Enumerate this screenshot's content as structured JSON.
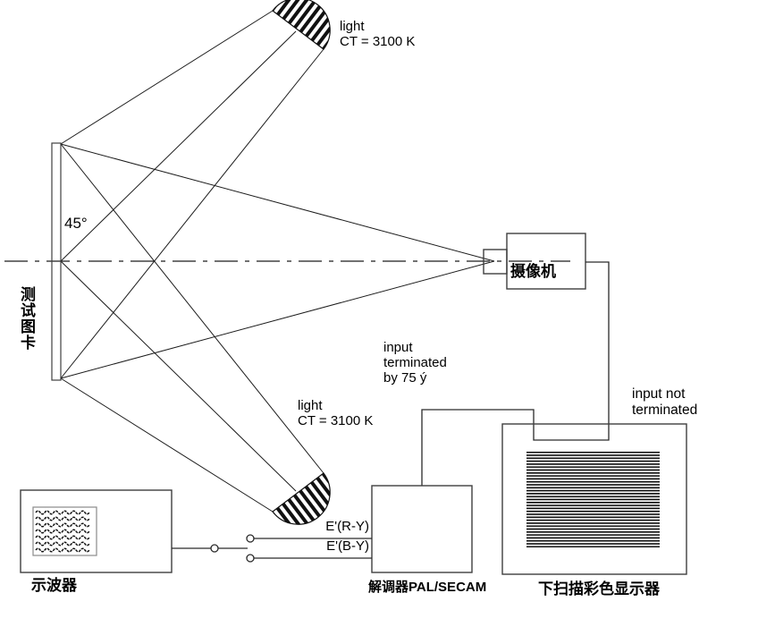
{
  "diagram": {
    "top_light": {
      "line1": "light",
      "line2": "CT = 3100 K"
    },
    "bottom_light": {
      "line1": "light",
      "line2": "CT = 3100 K"
    },
    "angle": "45°",
    "test_chart": "测试图卡",
    "camera": "摄像机",
    "input_terminated": {
      "line1": "input",
      "line2": "terminated",
      "line3": "by 75 ý"
    },
    "input_not_terminated": {
      "line1": "input not",
      "line2": "terminated"
    },
    "signal_ry": "E'(R-Y)",
    "signal_by": "E'(B-Y)",
    "oscilloscope": "示波器",
    "demodulator": "解调器PAL/SECAM",
    "display": "下扫描彩色显示器",
    "colors": {
      "line": "#1c1c1c",
      "box": "#3f3f3f",
      "screen_border": "#8a8a8a",
      "background": "#ffffff"
    }
  }
}
